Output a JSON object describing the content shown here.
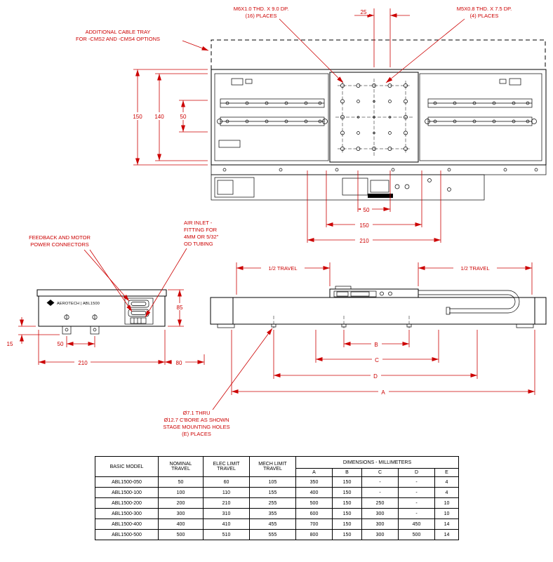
{
  "colors": {
    "dimension": "#cc0000",
    "line": "#000000",
    "background": "#ffffff"
  },
  "top_view": {
    "callout_m6_line1": "M6X1.0 THD. X 9.0 DP.",
    "callout_m6_line2": "(16) PLACES",
    "callout_m5_line1": "M5X0.8 THD. X 7.5 DP.",
    "callout_m5_line2": "(4) PLACES",
    "callout_tray_line1": "ADDITIONAL CABLE TRAY",
    "callout_tray_line2": "FOR -CMS2 AND -CMS4 OPTIONS",
    "dim_top": "25",
    "dim_left_outer": "150",
    "dim_left_mid": "140",
    "dim_left_inner": "50",
    "dim_bottom_inner": "50",
    "dim_bottom_mid": "150",
    "dim_bottom_outer": "210"
  },
  "front_view": {
    "callout_connectors_line1": "FEEDBACK AND MOTOR",
    "callout_connectors_line2": "POWER CONNECTORS",
    "callout_air_line1": "AIR INLET -",
    "callout_air_line2": "FITTING FOR",
    "callout_air_line3": "4MM OR 5/32\"",
    "callout_air_line4": "OD TUBING",
    "brand": "AEROTECH | ABL1500",
    "dim_height": "85",
    "dim_foot_height": "15",
    "dim_foot_spacing": "50",
    "dim_width": "210",
    "dim_offset": "80"
  },
  "side_view": {
    "dim_half_travel_left": "1/2 TRAVEL",
    "dim_half_travel_right": "1/2 TRAVEL",
    "dim_b": "B",
    "dim_c": "C",
    "dim_d": "D",
    "dim_a": "A",
    "callout_holes_line1": "Ø7.1 THRU",
    "callout_holes_line2": "Ø12.7 C'BORE AS SHOWN",
    "callout_holes_line3": "STAGE MOUNTING HOLES",
    "callout_holes_line4": "(E) PLACES"
  },
  "table": {
    "header_basic_model": "BASIC MODEL",
    "header_nominal_1": "NOMINAL",
    "header_nominal_2": "TRAVEL",
    "header_elec_1": "ELEC LIMIT",
    "header_elec_2": "TRAVEL",
    "header_mech_1": "MECH LIMIT",
    "header_mech_2": "TRAVEL",
    "header_dimensions": "DIMENSIONS - MILLIMETERS",
    "dim_columns": [
      "A",
      "B",
      "C",
      "D",
      "E"
    ],
    "rows": [
      [
        "ABL1500-050",
        "50",
        "60",
        "105",
        "350",
        "150",
        "-",
        "-",
        "4"
      ],
      [
        "ABL1500-100",
        "100",
        "110",
        "155",
        "400",
        "150",
        "-",
        "-",
        "4"
      ],
      [
        "ABL1500-200",
        "200",
        "210",
        "255",
        "500",
        "150",
        "250",
        "-",
        "10"
      ],
      [
        "ABL1500-300",
        "300",
        "310",
        "355",
        "600",
        "150",
        "300",
        "-",
        "10"
      ],
      [
        "ABL1500-400",
        "400",
        "410",
        "455",
        "700",
        "150",
        "300",
        "450",
        "14"
      ],
      [
        "ABL1500-500",
        "500",
        "510",
        "555",
        "800",
        "150",
        "300",
        "500",
        "14"
      ]
    ]
  }
}
